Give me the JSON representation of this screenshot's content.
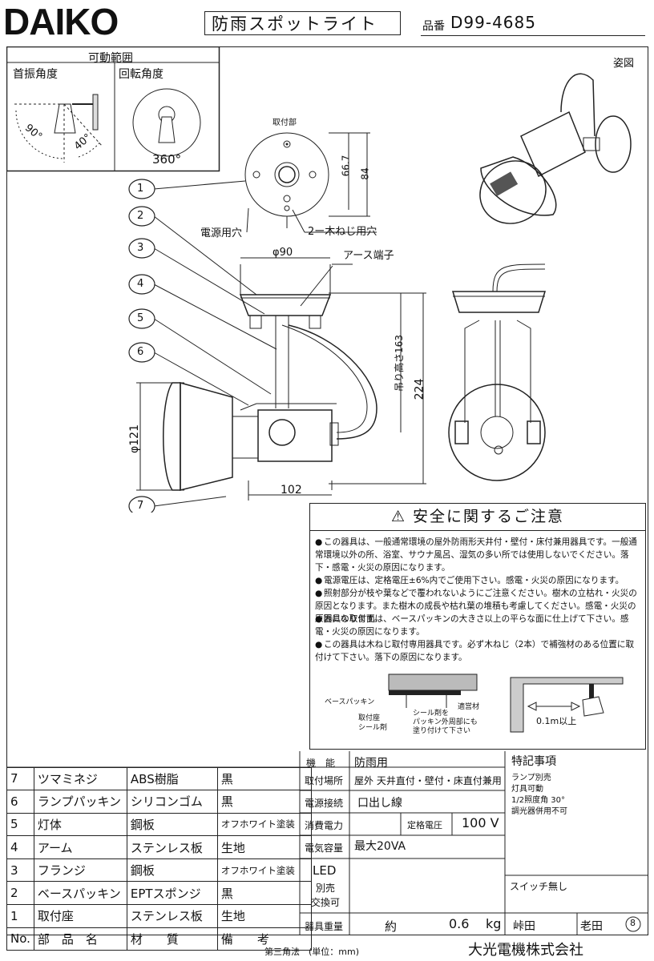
{
  "header": {
    "logo": "DAIKO",
    "title": "防雨スポットライト",
    "part_label": "品番",
    "part_number": "D99-4685"
  },
  "movable": {
    "title": "可動範囲",
    "swing": "首振角度",
    "rotation": "回転角度",
    "angle_90": "90°",
    "angle_40": "40°",
    "angle_360": "360°"
  },
  "view_label": "姿図",
  "drawing": {
    "mount_part": "取付部",
    "dim_667": "66.7",
    "dim_84": "84",
    "power_hole": "電源用穴",
    "screw_hole": "2ー木ねじ用穴",
    "dia90": "φ90",
    "earth": "アース端子",
    "hang": "吊り高さ163",
    "dim_224": "224",
    "dia121": "φ121",
    "dim_102": "102",
    "callouts": [
      "1",
      "2",
      "3",
      "4",
      "5",
      "6",
      "7"
    ]
  },
  "safety": {
    "title": "安全に関するご注意",
    "warning_icon": "warning-triangle-icon",
    "items": [
      "この器具は、一般通常環境の屋外防雨形天井付・壁付・床付兼用器具です。一般通常環境以外の所、浴室、サウナ風呂、湿気の多い所では使用しないでください。落下・感電・火災の原因になります。",
      "電源電圧は、定格電圧±6%内でご使用下さい。感電・火災の原因になります。",
      "照射部分が枝や葉などで覆われないようにご注意ください。樹木の立枯れ・火災の原因となります。また樹木の成長や枯れ葉の堆積も考慮してください。感電・火災の原因になります。",
      "器具の取付面は、ベースパッキンの大きさ以上の平らな面に仕上げて下さい。感電・火災の原因になります。",
      "この器具は木ねじ取付専用器具です。必ず木ねじ（2本）で補強材のある位置に取付けて下さい。落下の原因になります。"
    ],
    "fig": {
      "base_packing": "ベースパッキン",
      "mount_seat": "取付座",
      "sealant": "シール剤",
      "seal_note": "シール剤を",
      "seal_note2": "パッキン外周部にも",
      "seal_note3": "塗り付けて下さい",
      "reinforce": "適営材",
      "distance": "0.1m以上"
    }
  },
  "parts": {
    "headers": {
      "no": "No.",
      "name": "部　品　名",
      "material": "材　　質",
      "remarks": "備　　考"
    },
    "rows": [
      {
        "no": "7",
        "name": "ツマミネジ",
        "material": "ABS樹脂",
        "remarks": "黒"
      },
      {
        "no": "6",
        "name": "ランプパッキン",
        "material": "シリコンゴム",
        "remarks": "黒"
      },
      {
        "no": "5",
        "name": "灯体",
        "material": "鋼板",
        "remarks": "オフホワイト塗装"
      },
      {
        "no": "4",
        "name": "アーム",
        "material": "ステンレス板",
        "remarks": "生地"
      },
      {
        "no": "3",
        "name": "フランジ",
        "material": "鋼板",
        "remarks": "オフホワイト塗装"
      },
      {
        "no": "2",
        "name": "ベースパッキン",
        "material": "EPTスポンジ",
        "remarks": "黒"
      },
      {
        "no": "1",
        "name": "取付座",
        "material": "ステンレス板",
        "remarks": "生地"
      }
    ]
  },
  "specs": {
    "function_label": "機　能",
    "function": "防雨用",
    "place_label": "取付場所",
    "place": "屋外 天井直付・壁付・床直付兼用",
    "power_label": "電源接続",
    "power": "口出し線",
    "consumption_label": "消費電力",
    "rated_voltage_label": "定格電圧",
    "rated_voltage": "100 V",
    "capacity_label": "電気容量",
    "capacity": "最大20VA",
    "lamp_led": "LED",
    "lamp_sold": "別売",
    "lamp_exchange": "交換可",
    "weight_label": "器具重量",
    "weight_approx": "約",
    "weight": "0.6",
    "weight_unit": "kg",
    "drafter": "峠田",
    "checker": "老田",
    "sheet": "8",
    "notes_label": "特記事項",
    "note1": "ランプ別売",
    "note2": "灯具可動",
    "note3": "1/2照度角 30°",
    "note4": "調光器併用不可",
    "switch": "スイッチ無し"
  },
  "footer": {
    "projection": "第三角法　(単位：mm)",
    "company": "大光電機株式会社"
  }
}
